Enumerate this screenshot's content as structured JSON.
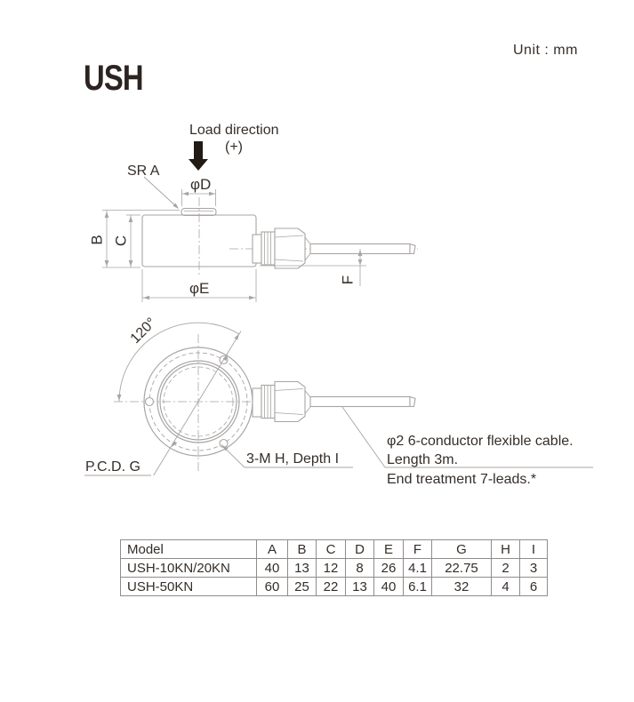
{
  "page": {
    "unit_label": "Unit : mm",
    "title": "USH"
  },
  "side_view": {
    "load_direction_label": "Load direction",
    "load_direction_sign": "(+)",
    "sr_label": "SR A",
    "dim_d_label": "φD",
    "dim_b_label": "B",
    "dim_c_label": "C",
    "dim_e_label": "φE",
    "dim_f_label": "F"
  },
  "bottom_view": {
    "angle_label": "120°",
    "pcd_label": "P.C.D. G",
    "holes_label": "3-M H, Depth I"
  },
  "cable_note": {
    "line1": "φ2 6-conductor flexible cable.",
    "line2": "Length 3m.",
    "line3": "End treatment 7-leads.*"
  },
  "table": {
    "header": [
      "Model",
      "A",
      "B",
      "C",
      "D",
      "E",
      "F",
      "G",
      "H",
      "I"
    ],
    "rows": [
      [
        "USH-10KN/20KN",
        "40",
        "13",
        "12",
        "8",
        "26",
        "4.1",
        "22.75",
        "2",
        "3"
      ],
      [
        "USH-50KN",
        "60",
        "25",
        "22",
        "13",
        "40",
        "6.1",
        "32",
        "4",
        "6"
      ]
    ]
  },
  "colors": {
    "drawing_line": "#a8a5a3",
    "text": "#362e29",
    "arrow_black": "#221a14",
    "table_border": "#8f8d8c"
  }
}
